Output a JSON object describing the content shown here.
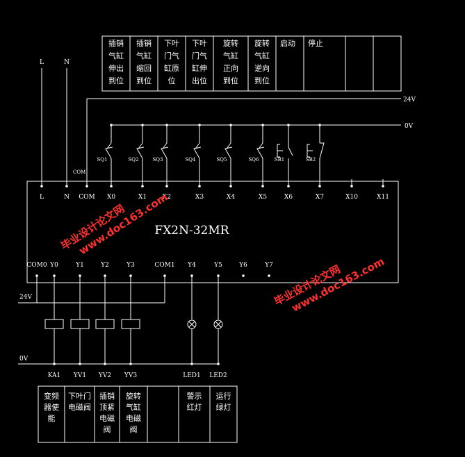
{
  "plc_model": "FX2N-32MR",
  "rails": {
    "L": "L",
    "N": "N",
    "v24_top": "24V",
    "v0_top": "0V",
    "v24_bottom": "24V",
    "v0_bottom": "0V",
    "com_tag": "COM"
  },
  "input_table": [
    [
      "插销",
      "气缸",
      "伸出",
      "到位"
    ],
    [
      "插销",
      "气缸",
      "缩回",
      "到位"
    ],
    [
      "下叶",
      "门气",
      "缸原",
      "位"
    ],
    [
      "下叶",
      "门气",
      "缸伸",
      "出位"
    ],
    [
      "旋转",
      "气缸",
      "正向",
      "到位"
    ],
    [
      "旋转",
      "气缸",
      "逆向",
      "到位"
    ],
    [
      "启动"
    ],
    [
      "停止"
    ],
    [],
    []
  ],
  "input_switches": [
    "SQ1",
    "SQ2",
    "SQ3",
    "SQ4",
    "SQ5",
    "SQ6",
    "SB1",
    "SB2"
  ],
  "input_terminals": [
    "L",
    "N",
    "COM",
    "X0",
    "X1",
    "X2",
    "X3",
    "X4",
    "X5",
    "X6",
    "X7",
    "X10",
    "X11"
  ],
  "output_terminals": [
    "COM0",
    "Y0",
    "Y1",
    "Y2",
    "Y3",
    "COM1",
    "Y4",
    "Y5",
    "Y6",
    "Y7"
  ],
  "output_devices": [
    "KA1",
    "YV1",
    "YV2",
    "YV3",
    "LED1",
    "LED2"
  ],
  "output_table": [
    [
      "变频",
      "器使",
      "能"
    ],
    [
      "下叶门",
      "电磁阀"
    ],
    [
      "插销",
      "顶紧",
      "电磁",
      "阀"
    ],
    [
      "旋转",
      "气缸",
      "电磁",
      "阀"
    ],
    [],
    [
      "警示",
      "红灯"
    ],
    [
      "运行",
      "绿灯"
    ]
  ],
  "watermark": {
    "cn": "毕业设计论文网",
    "url": "www.doc163.com"
  },
  "colors": {
    "background": "#000000",
    "line": "#ffffff",
    "watermark": "#ff3030"
  }
}
